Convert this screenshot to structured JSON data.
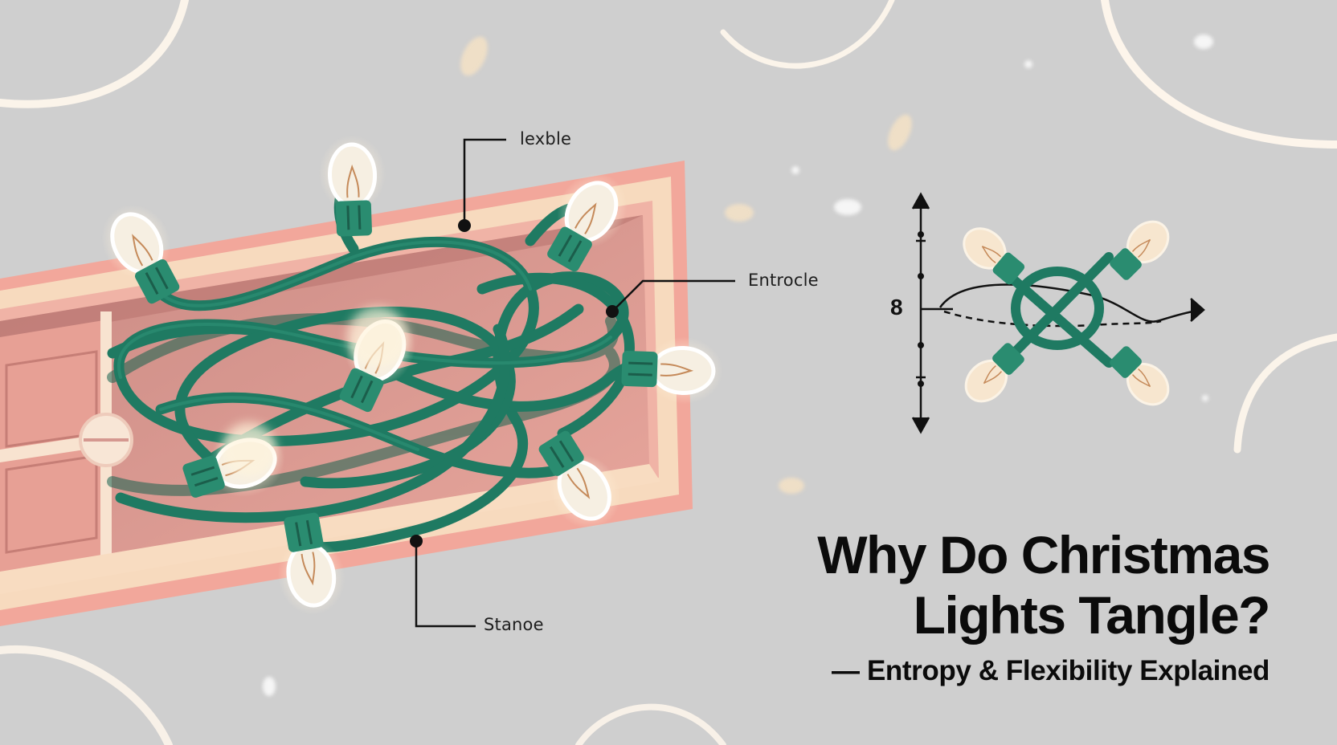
{
  "colors": {
    "background": "#cfcfcf",
    "cord": "#1f7a62",
    "socket": "#2a8c70",
    "bulb": "#f6efe2",
    "frame_outer": "#f2a79b",
    "frame_inner": "#f5d4ad",
    "box_interior": "#dd968d",
    "glow": "#fff5e6"
  },
  "icons": [
    "tangled-lights-icon",
    "storage-box-icon",
    "light-bulb-icon",
    "knot-icon",
    "axis-arrow-icon"
  ],
  "diagram": {
    "callouts": {
      "flexible": "lexble",
      "entropy": "Entrocle",
      "storage": "Stanoe"
    },
    "axis_label": "8"
  },
  "title": {
    "line1": "Why Do Christmas",
    "line2": "Lights Tangle?",
    "subtitle": "— Entropy & Flexibility Explained"
  }
}
